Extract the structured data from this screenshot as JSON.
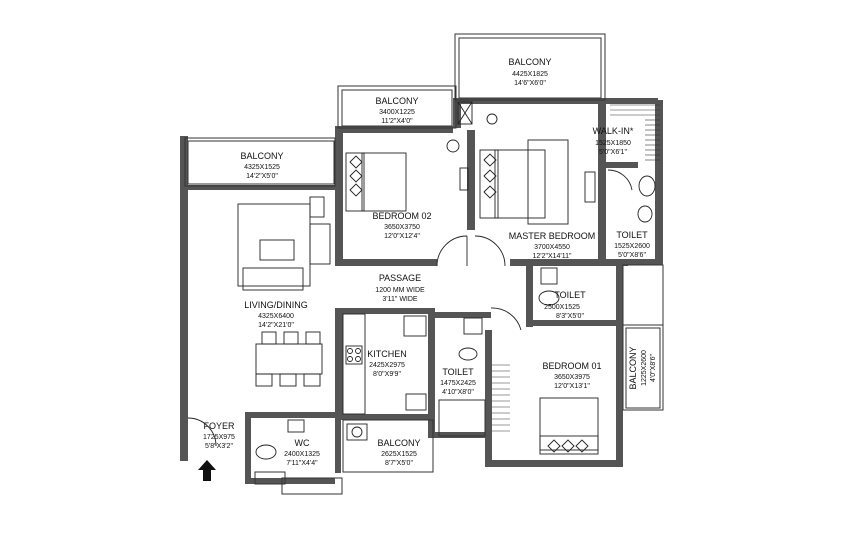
{
  "rooms": [
    {
      "key": "balcony_top",
      "name": "BALCONY",
      "dim1": "4425X1825",
      "dim2": "14'6\"X6'0\""
    },
    {
      "key": "balcony_bed2",
      "name": "BALCONY",
      "dim1": "3400X1225",
      "dim2": "11'2\"X4'0\""
    },
    {
      "key": "balcony_living",
      "name": "BALCONY",
      "dim1": "4325X1525",
      "dim2": "14'2\"X5'0\""
    },
    {
      "key": "walkin",
      "name": "WALK-IN*",
      "dim1": "1525X1850",
      "dim2": "5'0\"X6'1\""
    },
    {
      "key": "bedroom02",
      "name": "BEDROOM 02",
      "dim1": "3650X3750",
      "dim2": "12'0\"X12'4\""
    },
    {
      "key": "master",
      "name": "MASTER BEDROOM",
      "dim1": "3700X4550",
      "dim2": "12'2\"X14'11\""
    },
    {
      "key": "toilet_master",
      "name": "TOILET",
      "dim1": "1525X2600",
      "dim2": "5'0\"X8'6\""
    },
    {
      "key": "passage",
      "name": "PASSAGE",
      "dim1": "1200 MM WIDE",
      "dim2": "3'11\" WIDE"
    },
    {
      "key": "living",
      "name": "LIVING/DINING",
      "dim1": "4325X6400",
      "dim2": "14'2\"X21'0\""
    },
    {
      "key": "toilet_mid",
      "name": "TOILET",
      "dim1": "2500X1525",
      "dim2": "8'3\"X5'0\""
    },
    {
      "key": "kitchen",
      "name": "KITCHEN",
      "dim1": "2425X2975",
      "dim2": "8'0\"X9'9\""
    },
    {
      "key": "toilet_small",
      "name": "TOILET",
      "dim1": "1475X2425",
      "dim2": "4'10\"X8'0\""
    },
    {
      "key": "bedroom01",
      "name": "BEDROOM 01",
      "dim1": "3650X3975",
      "dim2": "12'0\"X13'1\""
    },
    {
      "key": "balcony_side",
      "name": "BALCONY",
      "dim1": "1225X2600",
      "dim2": "4'0\"X8'6\""
    },
    {
      "key": "foyer",
      "name": "FOYER",
      "dim1": "1725X975",
      "dim2": "5'8\"X3'2\""
    },
    {
      "key": "wc",
      "name": "WC",
      "dim1": "2400X1325",
      "dim2": "7'11\"X4'4\""
    },
    {
      "key": "balcony_kitchen",
      "name": "BALCONY",
      "dim1": "2625X1525",
      "dim2": "8'7\"X5'0\""
    }
  ],
  "icons": {
    "entry": "arrow-up-icon"
  }
}
